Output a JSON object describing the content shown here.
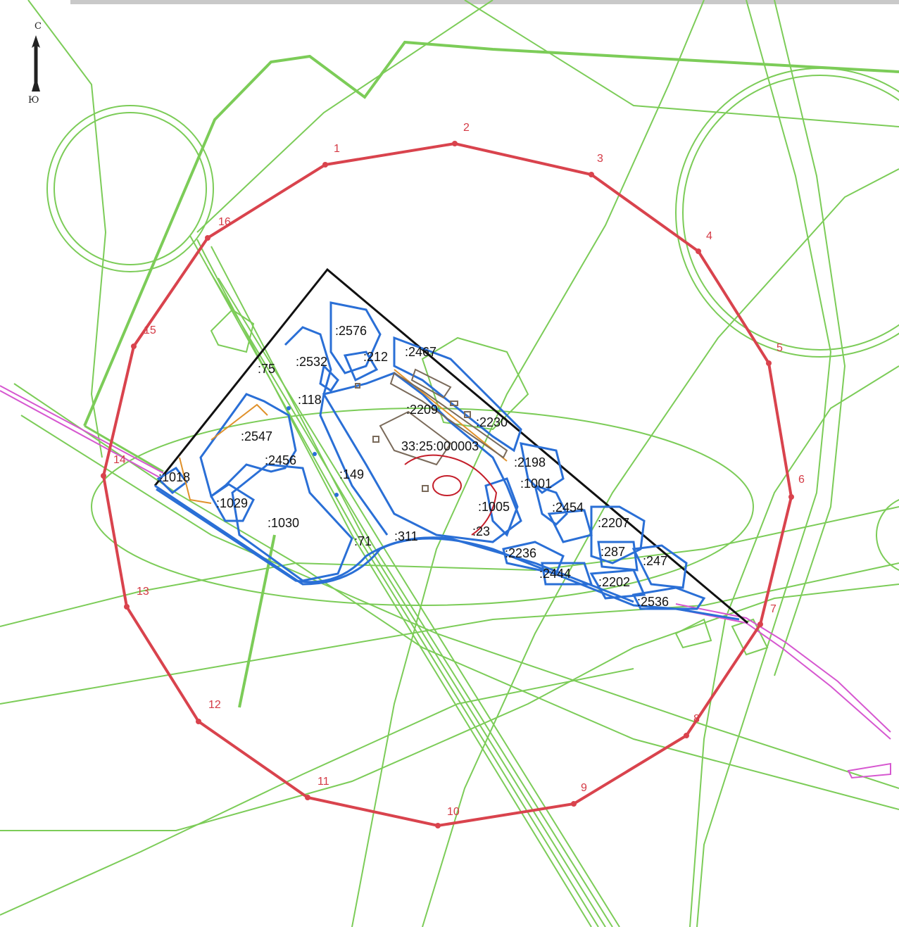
{
  "compass": {
    "north": "С",
    "south": "Ю"
  },
  "colors": {
    "zone_boundary": "#d9434d",
    "vertex_label": "#d43a45",
    "green_lines": "#7ccc58",
    "parcels": "#2a6fd6",
    "road": "#d657d0",
    "outline": "#111111",
    "buildings": "#7a6a5a",
    "orange": "#e0912b",
    "red_circle": "#c41e2a"
  },
  "boundary_vertices": [
    "1",
    "2",
    "3",
    "4",
    "5",
    "6",
    "7",
    "8",
    "9",
    "10",
    "11",
    "12",
    "13",
    "14",
    "15",
    "16"
  ],
  "parcel_labels": {
    "l2576": ":2576",
    "l2532": ":2532",
    "l212": ":212",
    "l2467": ":2467",
    "l75": ":75",
    "l118": ":118",
    "l2209": ":2209",
    "l2230": ":2230",
    "lblock": "33:25:000003",
    "l2547": ":2547",
    "l2456": ":2456",
    "l2198": ":2198",
    "l1018": ":1018",
    "l149": ":149",
    "l1001": ":1001",
    "l1029": ":1029",
    "l1005": ":1005",
    "l2454": ":2454",
    "l1030": ":1030",
    "l2207": ":2207",
    "l23": ":23",
    "l71": ":71",
    "l311": ":311",
    "l287": ":287",
    "l247": ":247",
    "l2236": ":2236",
    "l2444": ":2444",
    "l2202": ":2202",
    "l2536": ":2536"
  }
}
